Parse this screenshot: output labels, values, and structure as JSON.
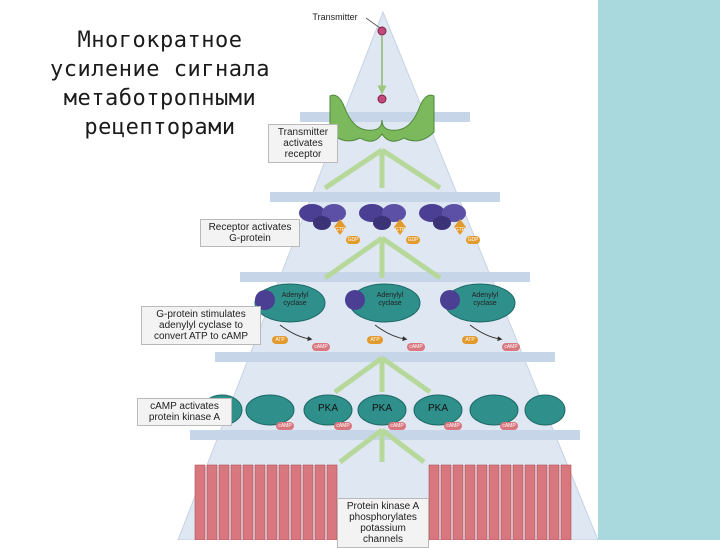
{
  "title_lines": [
    "Многократное",
    "усиление сигнала",
    "метаботропными",
    "рецепторами"
  ],
  "labels": {
    "transmitter": "Transmitter",
    "receptor": [
      "Transmitter",
      "activates",
      "receptor"
    ],
    "gprotein": [
      "Receptor activates",
      "G-protein"
    ],
    "cyclase": [
      "G-protein stimulates",
      "adenylyl cyclase to",
      "convert ATP to cAMP"
    ],
    "pka": [
      "cAMP activates",
      "protein kinase A"
    ],
    "channels": [
      "Protein kinase A",
      "phosphorylates",
      "potassium channels"
    ]
  },
  "molecules": {
    "adenylyl": [
      "Adenylyl",
      "cyclase"
    ],
    "pka": "PKA",
    "atp": "ATP",
    "camp": "cAMP",
    "gtp": "GTP",
    "gdp": "GDP"
  },
  "colors": {
    "pyramid": "#dfe7f3",
    "band": "#c5d3e6",
    "receptor": "#7cb85c",
    "gprotein": "#4a3f93",
    "cyclase": "#2f8f8b",
    "arrow": "#b6d89a",
    "channel": "#d9777e",
    "side_panel": "#a9d9dc"
  }
}
